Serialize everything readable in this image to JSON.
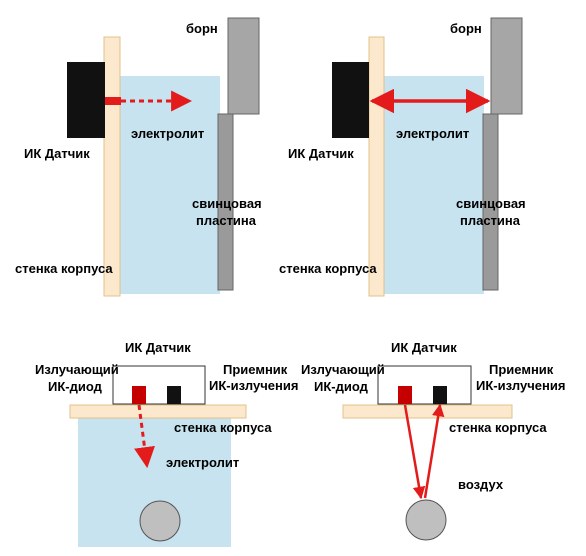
{
  "labels": {
    "terminal": "борн",
    "electrolyte": "электролит",
    "ir_sensor": "ИК Датчик",
    "lead_plate_line1": "свинцовая",
    "lead_plate_line2": "пластина",
    "housing_wall": "стенка корпуса",
    "emitter_line1": "Излучающий",
    "emitter_line2": "ИК-диод",
    "receiver_line1": "Приемник",
    "receiver_line2": "ИК-излучения",
    "air": "воздух"
  },
  "colors": {
    "electrolyte": "#c6e3ef",
    "wall": "#fbe8cd",
    "wall_border": "#e2c28c",
    "sensor": "#111111",
    "terminal": "#a6a6a6",
    "arrow": "#e31b1b",
    "emitter": "#c40000",
    "ball": "#bfbfbf"
  }
}
